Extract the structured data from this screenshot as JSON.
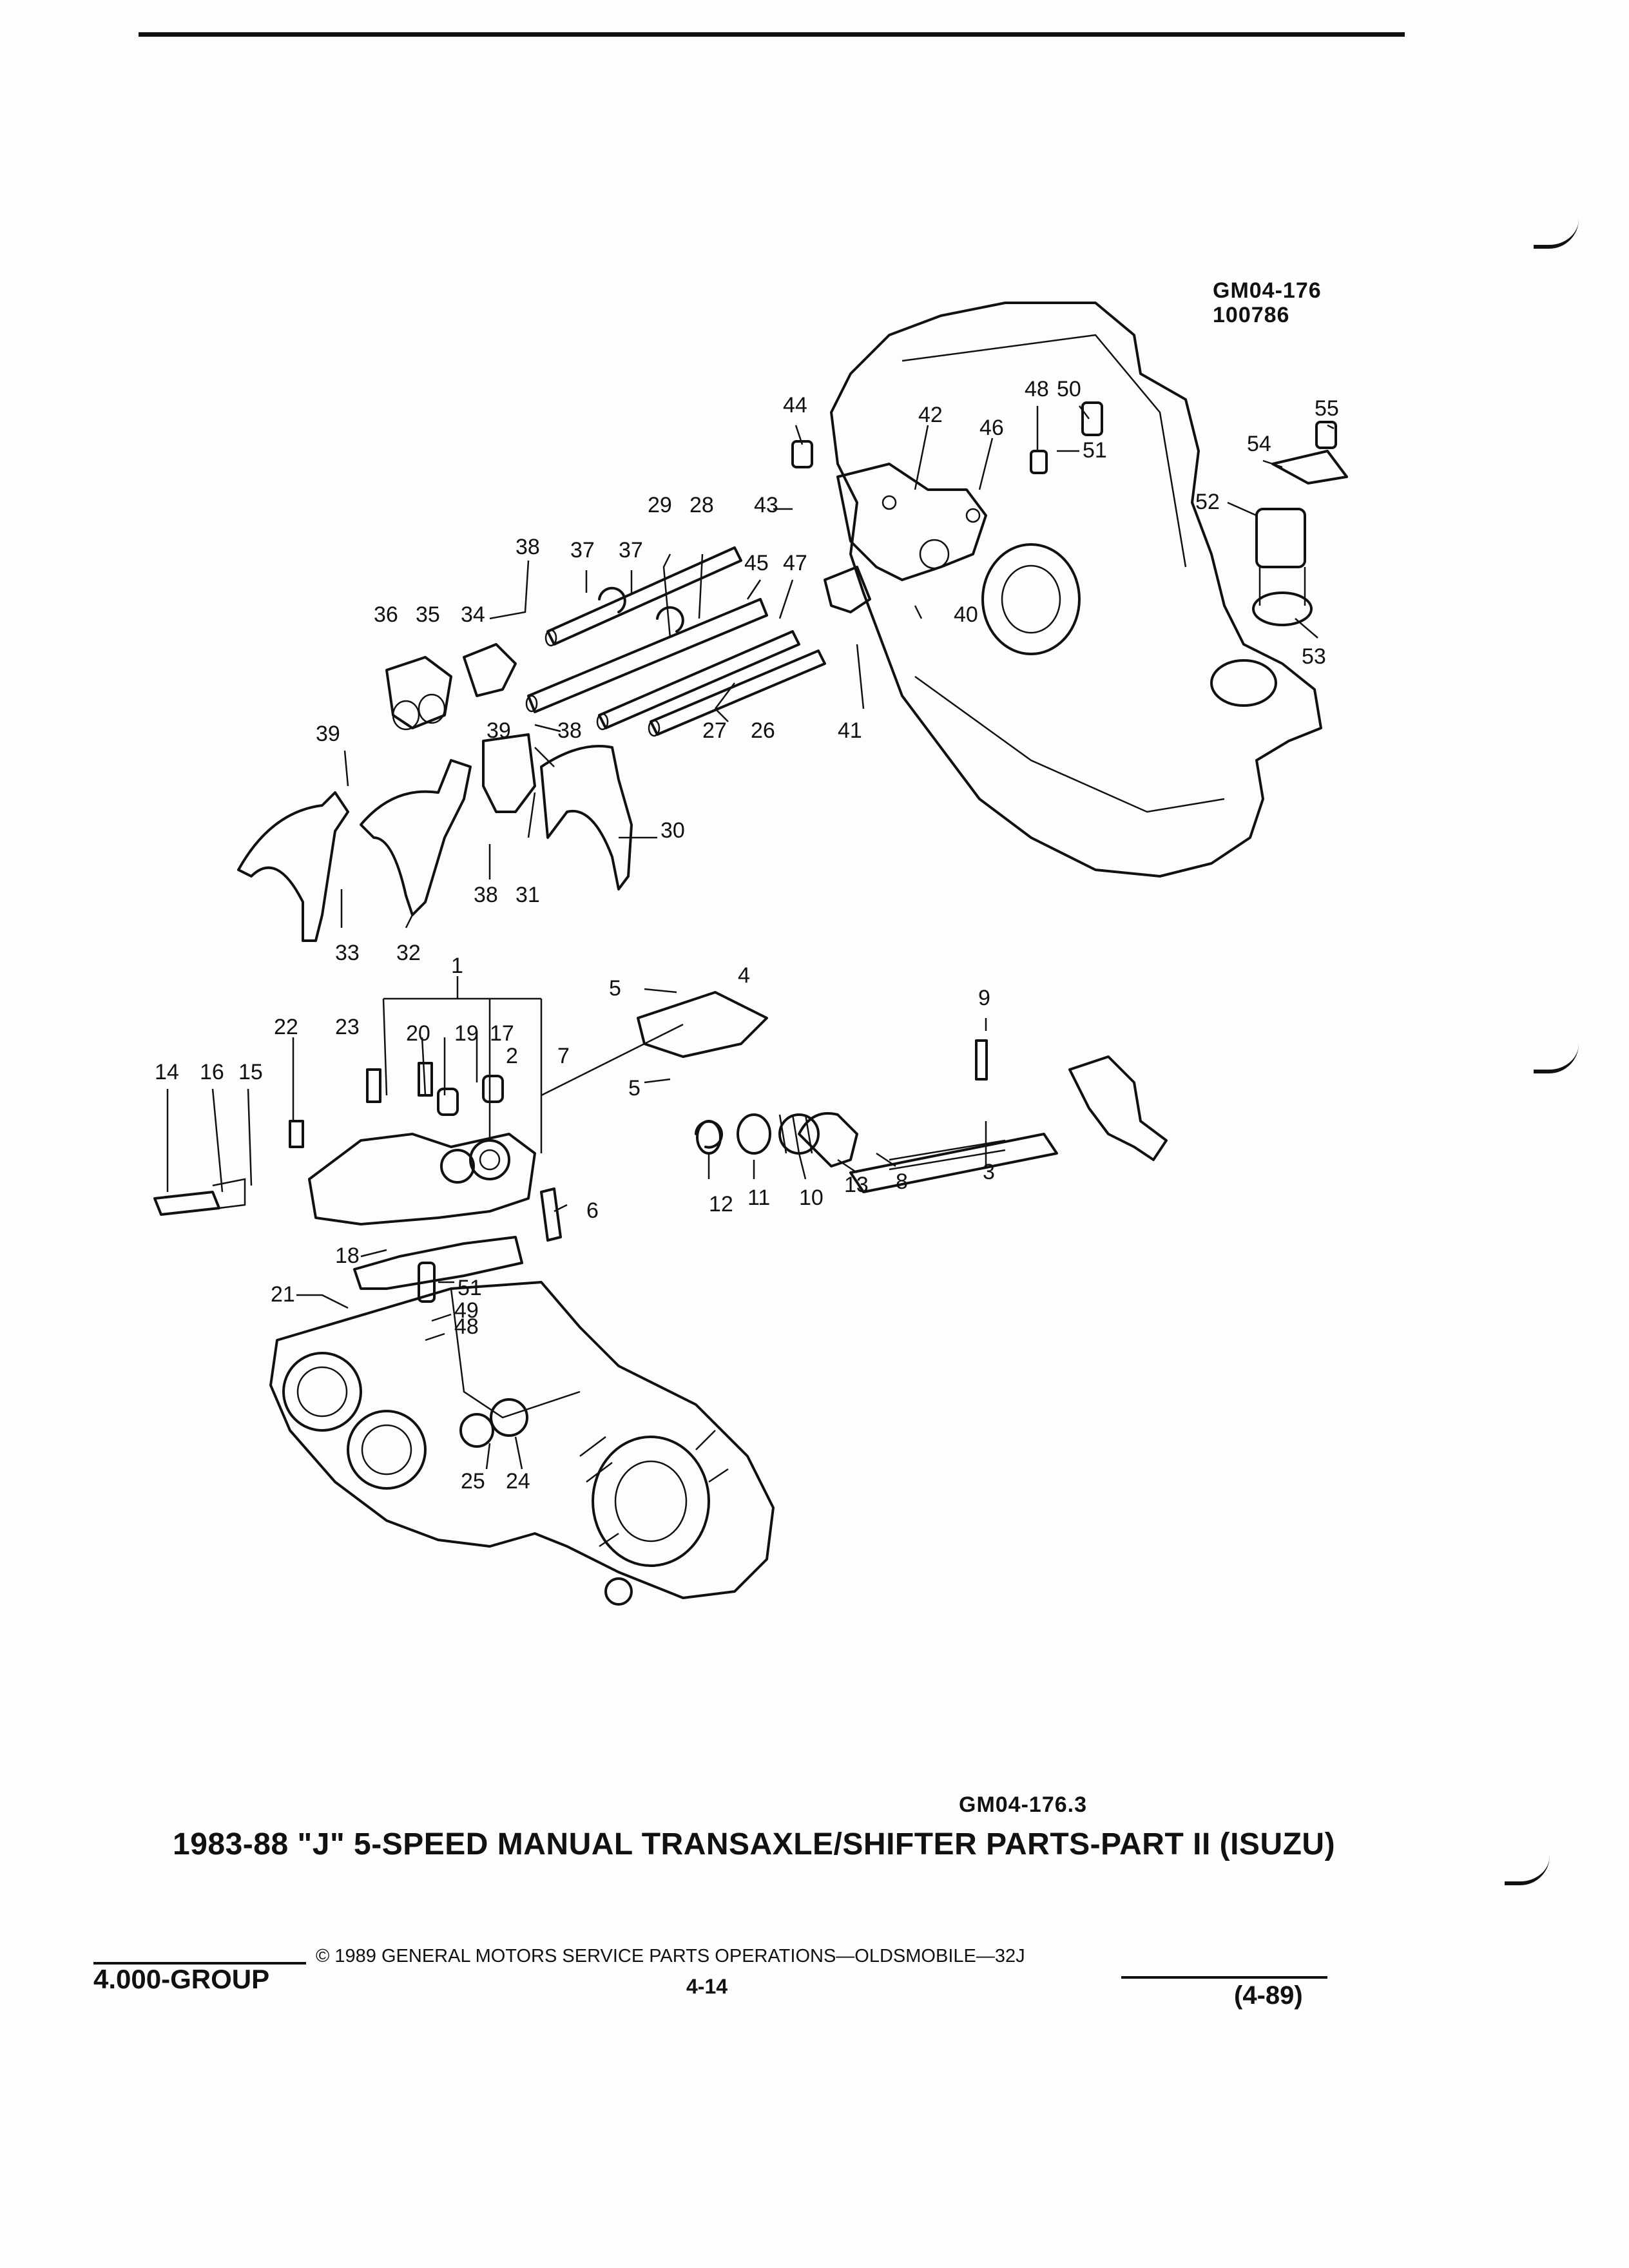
{
  "page": {
    "ref_code_top": "GM04-176",
    "ref_code_top_2": "100786",
    "ref_code_bottom": "GM04-176.3",
    "title": "1983-88 \"J\" 5-SPEED MANUAL TRANSAXLE/SHIFTER PARTS-PART II (ISUZU)",
    "footer_group": "4.000-GROUP",
    "footer_copyright": "© 1989 GENERAL MOTORS SERVICE PARTS OPERATIONS—OLDSMOBILE—32J",
    "footer_page": "4-14",
    "footer_date": "(4-89)"
  },
  "callouts": {
    "c1": "1",
    "c2": "2",
    "c3": "3",
    "c4": "4",
    "c5a": "5",
    "c5b": "5",
    "c6": "6",
    "c7": "7",
    "c8": "8",
    "c9": "9",
    "c10": "10",
    "c11": "11",
    "c12": "12",
    "c13": "13",
    "c14": "14",
    "c15": "15",
    "c16": "16",
    "c17": "17",
    "c18": "18",
    "c19": "19",
    "c20": "20",
    "c21": "21",
    "c22": "22",
    "c23": "23",
    "c24": "24",
    "c25": "25",
    "c26": "26",
    "c27": "27",
    "c28": "28",
    "c29": "29",
    "c30": "30",
    "c31": "31",
    "c32": "32",
    "c33": "33",
    "c34": "34",
    "c35": "35",
    "c36": "36",
    "c37a": "37",
    "c37b": "37",
    "c38a": "38",
    "c38b": "38",
    "c38c": "38",
    "c39a": "39",
    "c39b": "39",
    "c40": "40",
    "c41": "41",
    "c42": "42",
    "c43": "43",
    "c44": "44",
    "c45": "45",
    "c46": "46",
    "c47": "47",
    "c48a": "48",
    "c48b": "48",
    "c49": "49",
    "c50": "50",
    "c51a": "51",
    "c51b": "51",
    "c52": "52",
    "c53": "53",
    "c54": "54",
    "c55": "55"
  }
}
